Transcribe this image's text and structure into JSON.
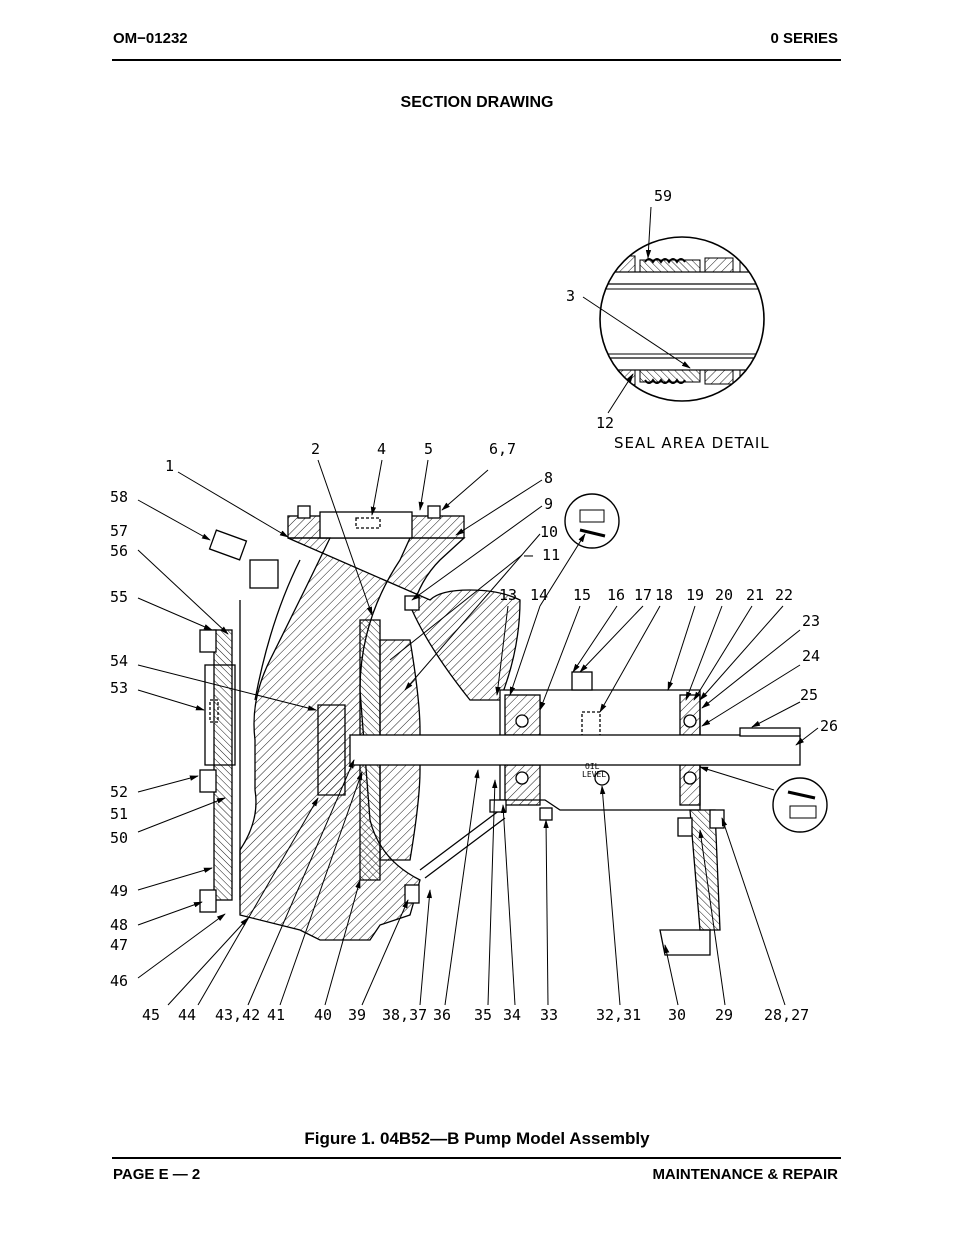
{
  "header": {
    "doc_number": "OM−01232",
    "series": "0 SERIES"
  },
  "section_title": "SECTION DRAWING",
  "detail": {
    "title": "SEAL AREA DETAIL",
    "callouts": [
      "59",
      "3",
      "12"
    ]
  },
  "callouts": {
    "c1": "1",
    "c2": "2",
    "c4": "4",
    "c5": "5",
    "c67": "6,7",
    "c8": "8",
    "c9": "9",
    "c10": "10",
    "c11": "— 11",
    "c58": "58",
    "c57": "57",
    "c56": "56",
    "c55": "55",
    "c54": "54",
    "c53": "53",
    "c52": "52",
    "c51": "51",
    "c50": "50",
    "c49": "49",
    "c48": "48",
    "c47": "47",
    "c46": "46",
    "c13": "13",
    "c14": "14",
    "c15": "15",
    "c16": "16",
    "c17": "17",
    "c18": "18",
    "c19": "19",
    "c20": "20",
    "c21": "21",
    "c22": "22",
    "c23": "23",
    "c24": "24",
    "c25": "25",
    "c26": "26",
    "c45": "45",
    "c44": "44",
    "c4342": "43,42",
    "c41": "41",
    "c40": "40",
    "c39": "39",
    "c3837": "38,37",
    "c36": "36",
    "c35": "35",
    "c34": "34",
    "c33": "33",
    "c3231": "32,31",
    "c30": "30",
    "c29": "29",
    "c2827": "28,27"
  },
  "oil_level_label": [
    "OIL",
    "LEVEL"
  ],
  "caption": "Figure 1. 04B52—B Pump Model Assembly",
  "footer": {
    "page": "PAGE E — 2",
    "section": "MAINTENANCE & REPAIR"
  }
}
